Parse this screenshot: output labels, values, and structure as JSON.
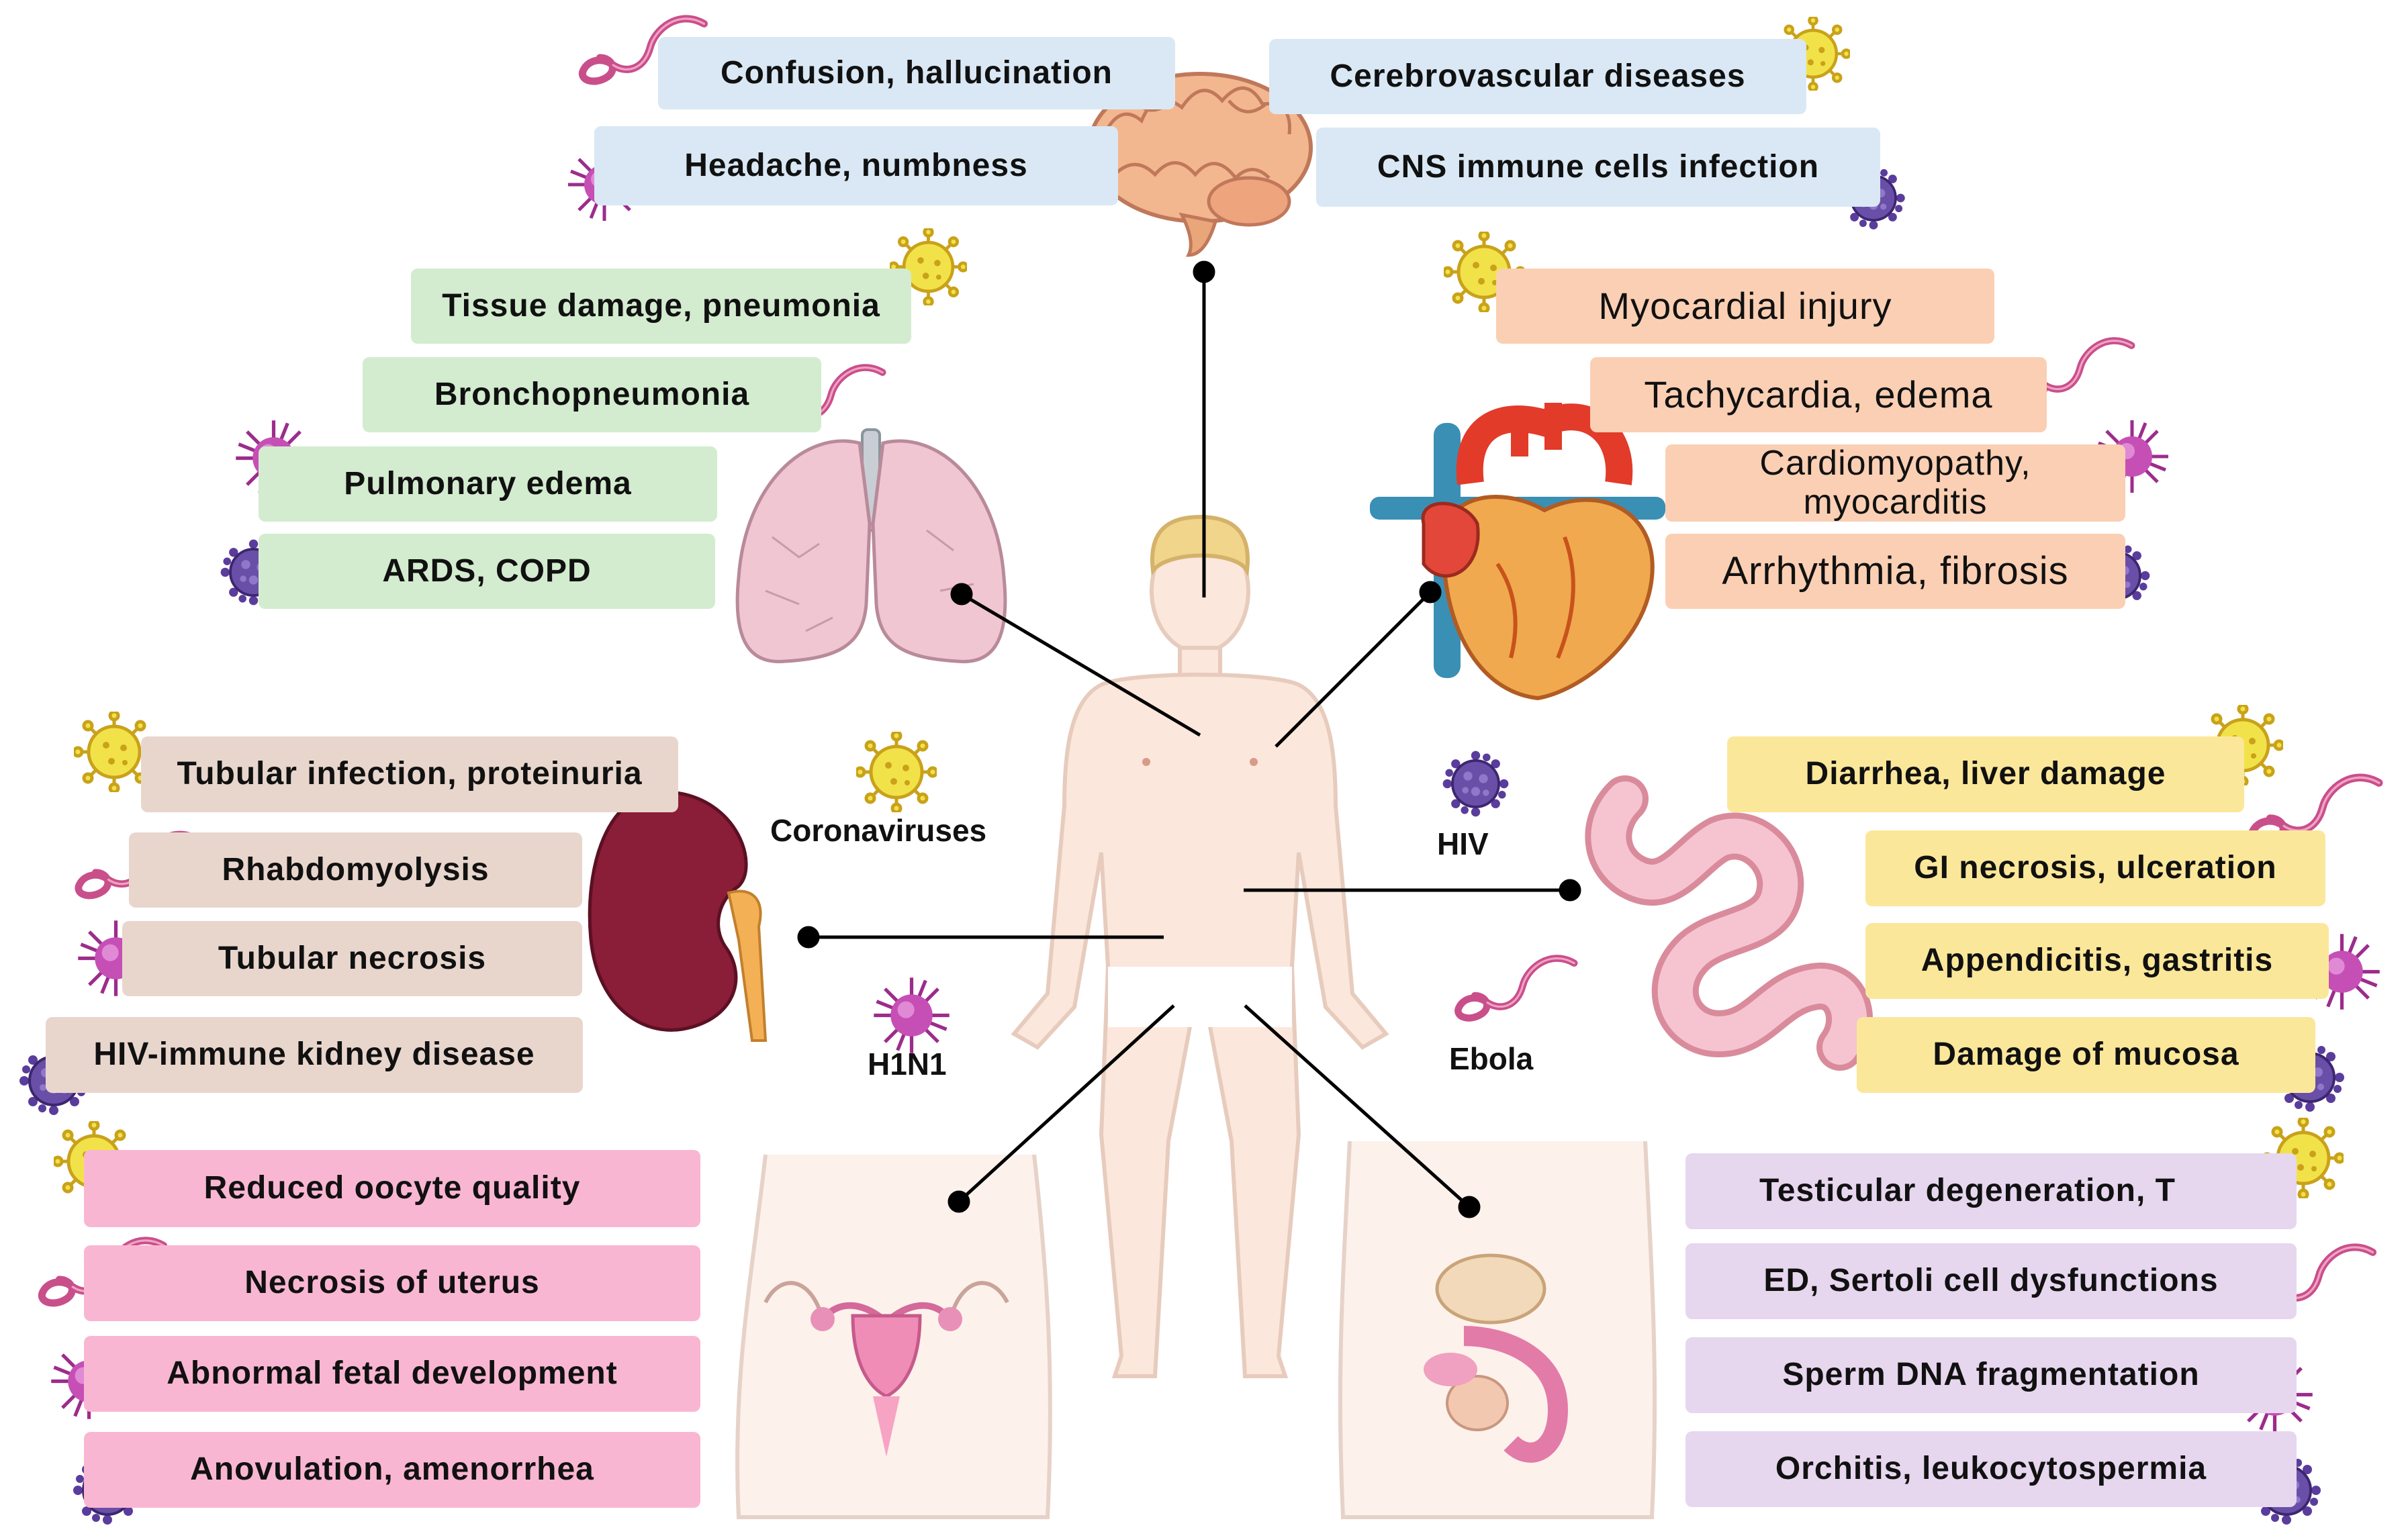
{
  "colors": {
    "brain": "#d9e8f4",
    "lung": "#d3eccf",
    "heart": "#fbcfb3",
    "kidney": "#e8d6cd",
    "gut": "#fbe79a",
    "female": "#f9b6d2",
    "male": "#e6d6ee",
    "coronavirus": "#f2e24a",
    "hiv": "#6a4fa8",
    "h1n1": "#c64fb6",
    "ebola": "#c94f8a",
    "skin": "#fbe7dc",
    "connector": "#000000"
  },
  "brain_effects": [
    "Confusion, hallucination",
    "Headache, numbness",
    "Cerebrovascular diseases",
    "CNS immune cells infection"
  ],
  "lung_effects": [
    "Tissue damage, pneumonia",
    "Bronchopneumonia",
    "Pulmonary edema",
    "ARDS, COPD"
  ],
  "heart_effects": [
    "Myocardial injury",
    "Tachycardia, edema",
    "Cardiomyopathy,",
    "myocarditis",
    "Arrhythmia, fibrosis"
  ],
  "kidney_effects": [
    "Tubular infection, proteinuria",
    "Rhabdomyolysis",
    "Tubular necrosis",
    "HIV-immune  kidney disease"
  ],
  "gut_effects": [
    "Diarrhea, liver damage",
    "GI necrosis, ulceration",
    "Appendicitis, gastritis",
    "Damage of mucosa"
  ],
  "female_effects": [
    "Reduced oocyte quality",
    "Necrosis of uterus",
    "Abnormal fetal development",
    "Anovulation, amenorrhea"
  ],
  "male_effects": [
    "Testicular degeneration, T",
    "ED, Sertoli cell dysfunctions",
    "Sperm DNA fragmentation",
    "Orchitis, leukocytospermia"
  ],
  "viruses": [
    "Coronaviruses",
    "HIV",
    "H1N1",
    "Ebola"
  ],
  "icons": {
    "coronavirus": "coronavirus-icon",
    "hiv": "hiv-virus-icon",
    "h1n1": "h1n1-virus-icon",
    "ebola": "ebola-virus-icon",
    "testosterone_decrease": "down-arrow-icon"
  }
}
